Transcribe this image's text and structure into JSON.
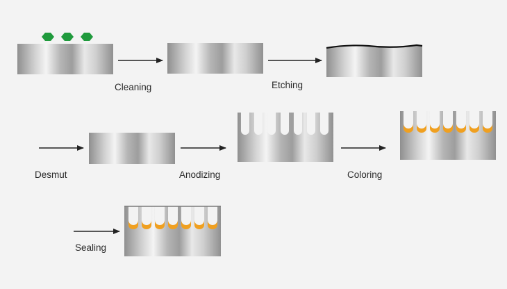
{
  "steps": {
    "cleaning": "Cleaning",
    "etching": "Etching",
    "desmut": "Desmut",
    "anodizing": "Anodizing",
    "coloring": "Coloring",
    "sealing": "Sealing"
  },
  "colors": {
    "background": "#f3f3f3",
    "metal_dark": "#8f8f8f",
    "metal_light": "#f2f2f2",
    "contaminant": "#1f9a3c",
    "dye": "#f0a020",
    "arrow": "#222222"
  }
}
